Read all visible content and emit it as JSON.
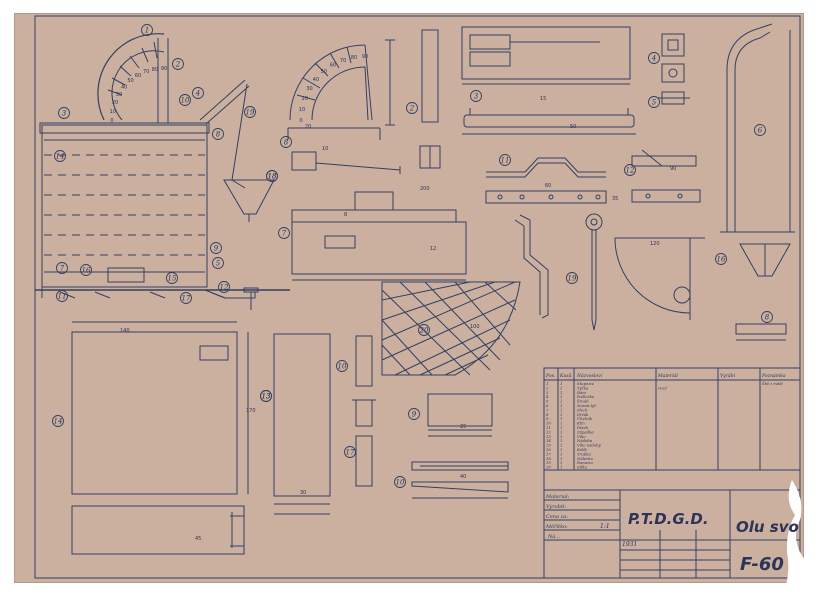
{
  "title_block": {
    "company": "P.T.D.G.D.",
    "drawing_title": "Olu svo",
    "drawing_number": "F-60",
    "scale": "1:1",
    "year": "1931",
    "row_labels": [
      "Material:",
      "Vyrobit:",
      "Cena za:",
      "Měřítko:"
    ],
    "footer_label": "Ná..."
  },
  "parts_list": {
    "headers": [
      "Pos.",
      "Kusů",
      "Názvosloví",
      "Materiál",
      "Vyrábí",
      "Poznámka"
    ],
    "rows": [
      [
        "1",
        "1",
        "Stupnice",
        "",
        "",
        "Štít z mědi"
      ],
      [
        "2",
        "1",
        "Tyčka",
        "Ocel",
        "",
        ""
      ],
      [
        "3",
        "1",
        "Rám",
        "",
        "",
        ""
      ],
      [
        "4",
        "1",
        "Podložka",
        "",
        "",
        ""
      ],
      [
        "5",
        "1",
        "Šroub",
        "",
        "",
        ""
      ],
      [
        "6",
        "1",
        "Nosná tyč",
        "",
        "",
        ""
      ],
      [
        "7",
        "1",
        "Plech",
        "",
        "",
        ""
      ],
      [
        "8",
        "1",
        "Držák",
        "",
        "",
        ""
      ],
      [
        "9",
        "1",
        "Úhelník",
        "",
        "",
        ""
      ],
      [
        "10",
        "1",
        "Klín",
        "",
        "",
        ""
      ],
      [
        "11",
        "1",
        "Pásek",
        "",
        "",
        ""
      ],
      [
        "12",
        "1",
        "Západka",
        "",
        "",
        ""
      ],
      [
        "13",
        "1",
        "Víko",
        "",
        "",
        ""
      ],
      [
        "14",
        "1",
        "Nádoba",
        "",
        "",
        ""
      ],
      [
        "15",
        "1",
        "Víko nádoby",
        "",
        "",
        ""
      ],
      [
        "16",
        "1",
        "Kolík",
        "",
        "",
        ""
      ],
      [
        "17",
        "1",
        "Trubka",
        "",
        "",
        ""
      ],
      [
        "18",
        "1",
        "Nálevka",
        "",
        "",
        ""
      ],
      [
        "19",
        "1",
        "Rameno",
        "",
        "",
        ""
      ],
      [
        "20",
        "1",
        "Síťka",
        "",
        "",
        ""
      ]
    ]
  },
  "position_numbers": [
    "1",
    "2",
    "3",
    "4",
    "5",
    "6",
    "7",
    "8",
    "9",
    "10",
    "11",
    "12",
    "13",
    "14",
    "15",
    "16",
    "17",
    "18",
    "19",
    "20"
  ],
  "scale_ticks": [
    "0",
    "10",
    "20",
    "30",
    "40",
    "50",
    "60",
    "70",
    "80",
    "90"
  ],
  "dimensions": [
    "140",
    "20",
    "8",
    "15",
    "60",
    "90",
    "12",
    "100",
    "25",
    "40",
    "30",
    "45",
    "200",
    "120",
    "50",
    "10",
    "35",
    "170"
  ]
}
